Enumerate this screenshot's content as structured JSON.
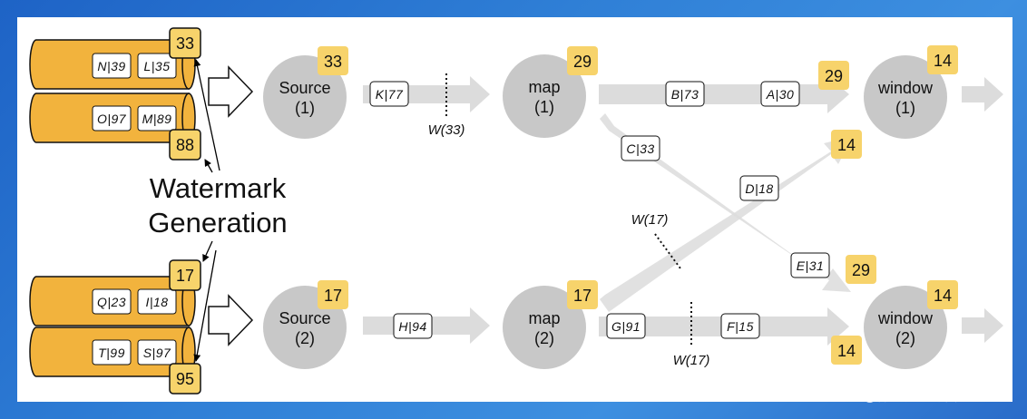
{
  "colors": {
    "partition_fill": "#f2b33d",
    "badge_fill": "#f7d36b",
    "node_fill": "#c8c8c8",
    "arrow_fill": "#dcdcdc",
    "border": "#1e63c6"
  },
  "partitions": [
    {
      "badge": "33",
      "records": [
        "N|39",
        "L|35"
      ]
    },
    {
      "badge": "88",
      "records": [
        "O|97",
        "M|89"
      ]
    },
    {
      "badge": "17",
      "records": [
        "Q|23",
        "I|18"
      ]
    },
    {
      "badge": "95",
      "records": [
        "T|99",
        "S|97"
      ]
    }
  ],
  "annotation": {
    "line1": "Watermark",
    "line2": "Generation"
  },
  "nodes": [
    {
      "id": "source1",
      "name": "Source",
      "index": "(1)",
      "badges": [
        "33"
      ]
    },
    {
      "id": "source2",
      "name": "Source",
      "index": "(2)",
      "badges": [
        "17"
      ]
    },
    {
      "id": "map1",
      "name": "map",
      "index": "(1)",
      "badges": [
        "29"
      ]
    },
    {
      "id": "map2",
      "name": "map",
      "index": "(2)",
      "badges": [
        "17"
      ]
    },
    {
      "id": "window1",
      "name": "window",
      "index": "(1)",
      "badges": [
        "14",
        "29",
        "14"
      ]
    },
    {
      "id": "window2",
      "name": "window",
      "index": "(2)",
      "badges": [
        "14",
        "29",
        "14"
      ]
    }
  ],
  "stream_records": {
    "source1_to_map1": [
      "K|77"
    ],
    "source2_to_map2": [
      "H|94"
    ],
    "map1_to_window1": [
      "B|73",
      "A|30"
    ],
    "map1_to_window2": [
      "C|33",
      "E|31"
    ],
    "map2_to_window1": [
      "D|18"
    ],
    "map2_to_window2": [
      "G|91",
      "F|15"
    ]
  },
  "watermarks": {
    "source1_to_map1": "W(33)",
    "map2_to_window1": "W(17)",
    "map2_to_window2": "W(17)"
  },
  "credit": "@稀土掘金技术社区"
}
